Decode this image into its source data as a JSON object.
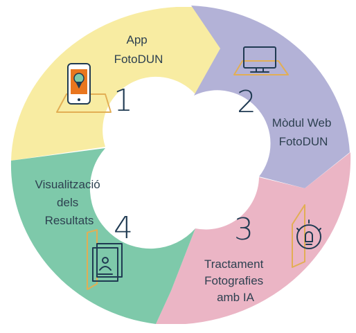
{
  "stages": [
    {
      "number": "1",
      "label_lines": [
        "App",
        "FotoDUN"
      ],
      "icon": "smartphone-icon",
      "color": "#f8eca2"
    },
    {
      "number": "2",
      "label_lines": [
        "Mòdul Web",
        "FotoDUN"
      ],
      "icon": "monitor-icon",
      "color": "#b3b2d7"
    },
    {
      "number": "3",
      "label_lines": [
        "Tractament",
        "Fotografies",
        "amb IA"
      ],
      "icon": "lightbulb-icon",
      "color": "#ebb5c5"
    },
    {
      "number": "4",
      "label_lines": [
        "Visualització",
        "dels",
        "Resultats"
      ],
      "icon": "documents-icon",
      "color": "#7ec9aa"
    }
  ],
  "colors": {
    "text": "#2d4050",
    "number": "#1f3a52",
    "icon_stroke": "#1f3a52",
    "icon_accent": "#e2ae54",
    "phone_screen": "#e9761e"
  }
}
